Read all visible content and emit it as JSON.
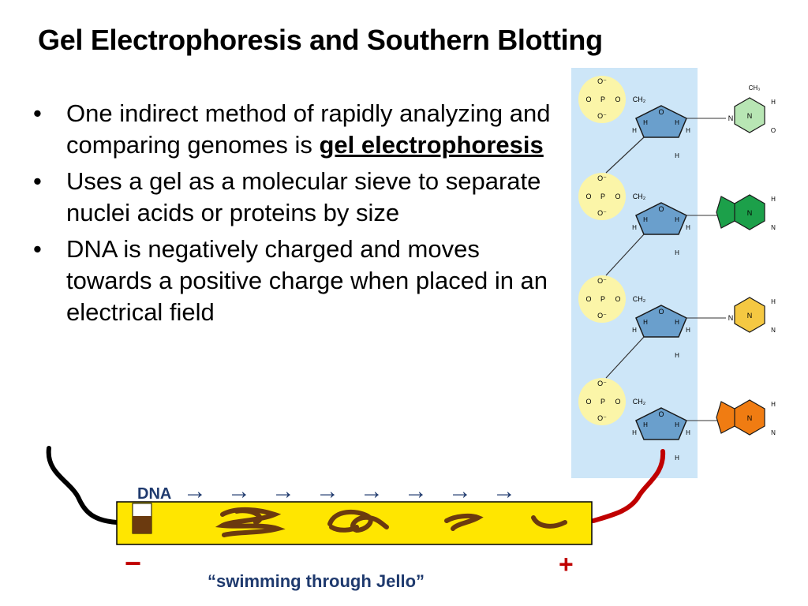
{
  "slide": {
    "title": "Gel Electrophoresis and Southern Blotting"
  },
  "bullets": [
    {
      "text": "One indirect method of rapidly analyzing and comparing genomes is ",
      "emphasis": "gel electrophoresis"
    },
    {
      "text": "Uses a gel as a molecular sieve to separate nuclei acids or proteins by size"
    },
    {
      "text": "DNA is negatively charged and moves towards a positive charge when placed in an electrical field"
    }
  ],
  "bullet_symbol": "•",
  "dna_diagram": {
    "phosphate_labels": {
      "o_minus": "O⁻",
      "o": "O",
      "p": "P",
      "ch2": "CH₂",
      "h": "H"
    },
    "sugar_labels": {
      "o": "O",
      "h": "H"
    },
    "base_labels": {
      "n": "N",
      "h": "H",
      "o": "O",
      "ch3": "CH₃"
    },
    "base_colors": [
      "#b8e6b4",
      "#1ca04a",
      "#f5c842",
      "#f07c12"
    ],
    "phosphate_color": "#fbf5a8",
    "sugar_color": "#6a9fcc",
    "panel_color": "#cde6f8"
  },
  "electrophoresis": {
    "dna_label": "DNA",
    "arrow_glyph": "→",
    "arrow_count": 8,
    "negative_label": "−",
    "positive_label": "+",
    "caption": "“swimming through Jello”",
    "gel_color": "#ffe600",
    "dna_color": "#6b3a0f",
    "caption_color": "#1f3a6e",
    "electrode_color": "#c00000",
    "wire_negative_color": "#000000",
    "wire_positive_color": "#c00000"
  }
}
